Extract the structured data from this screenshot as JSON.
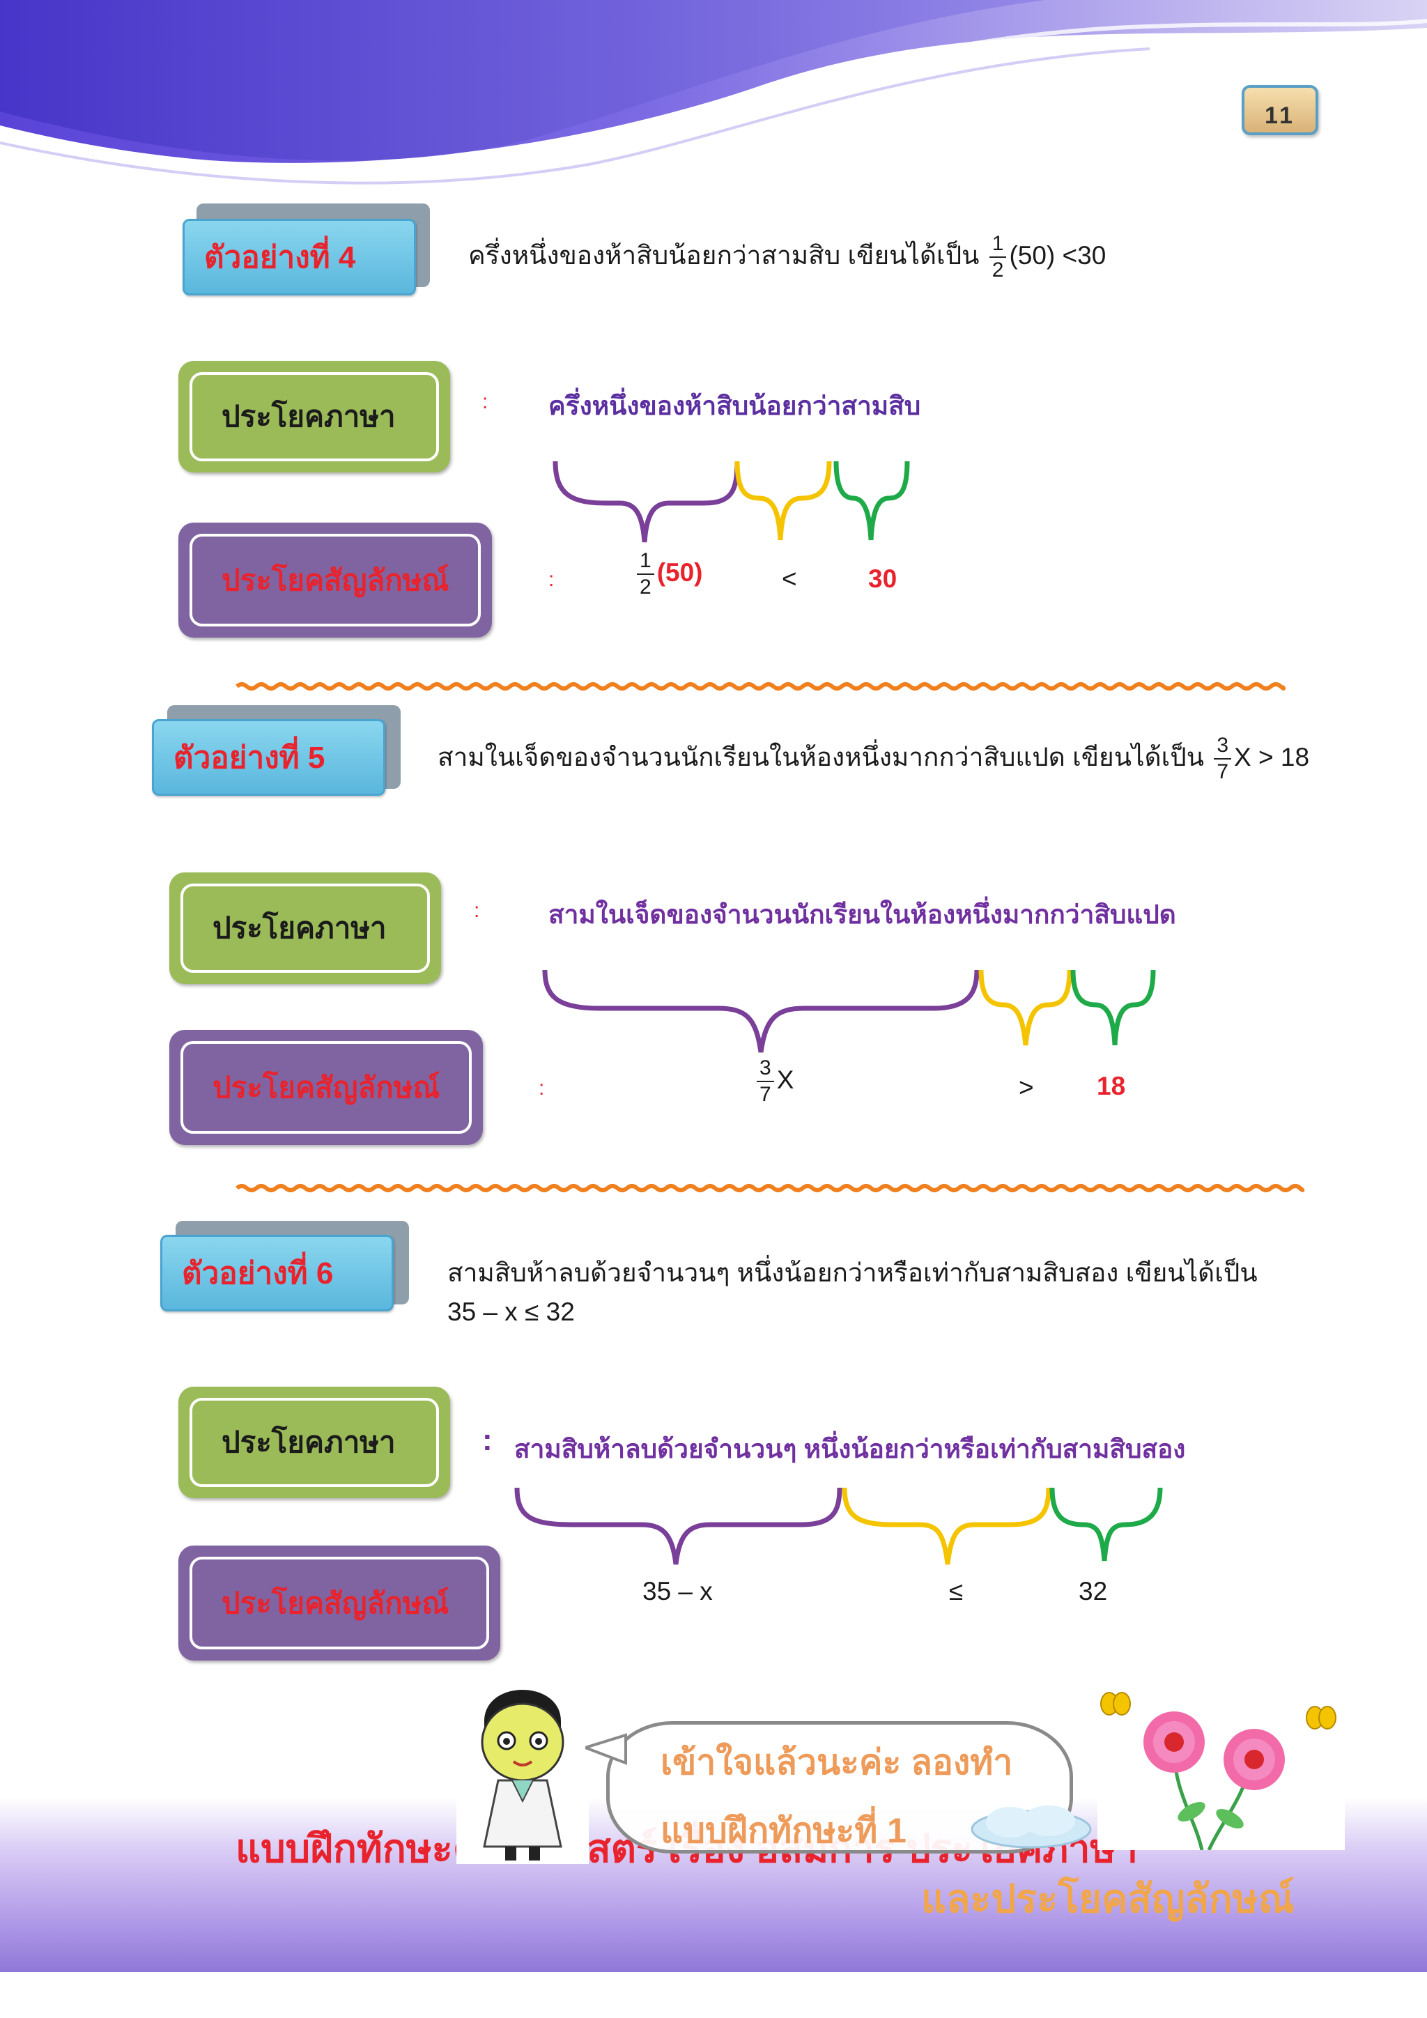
{
  "page_number": "11",
  "examples": [
    {
      "title": "ตัวอย่างที่ 4",
      "statement_prefix": "ครึ่งหนึ่งของห้าสิบน้อยกว่าสามสิบ เขียนได้เป็น",
      "statement_frac_num": "1",
      "statement_frac_den": "2",
      "statement_suffix": "(50) <30",
      "label_language": "ประโยคภาษา",
      "label_symbolic": "ประโยคสัญลักษณ์",
      "colon": ":",
      "language_sentence": "ครึ่งหนึ่งของห้าสิบน้อยกว่าสามสิบ",
      "symbol_frac_num": "1",
      "symbol_frac_den": "2",
      "symbol_part1": "(50)",
      "symbol_part2": "<",
      "symbol_part3": "30"
    },
    {
      "title": "ตัวอย่างที่ 5",
      "statement_prefix": "สามในเจ็ดของจำนวนนักเรียนในห้องหนึ่งมากกว่าสิบแปด เขียนได้เป็น",
      "statement_frac_num": "3",
      "statement_frac_den": "7",
      "statement_suffix": "X > 18",
      "label_language": "ประโยคภาษา",
      "label_symbolic": "ประโยคสัญลักษณ์",
      "colon": ":",
      "language_sentence": "สามในเจ็ดของจำนวนนักเรียนในห้องหนึ่งมากกว่าสิบแปด",
      "symbol_frac_num": "3",
      "symbol_frac_den": "7",
      "symbol_part1": "X",
      "symbol_part2": ">",
      "symbol_part3": "18"
    },
    {
      "title": "ตัวอย่างที่ 6",
      "statement_line1": "สามสิบห้าลบด้วยจำนวนๆ หนึ่งน้อยกว่าหรือเท่ากับสามสิบสอง เขียนได้เป็น",
      "statement_line2": "35 – x ≤ 32",
      "label_language": "ประโยคภาษา",
      "label_symbolic": "ประโยคสัญลักษณ์",
      "colon": ":",
      "language_sentence": "สามสิบห้าลบด้วยจำนวนๆ หนึ่งน้อยกว่าหรือเท่ากับสามสิบสอง",
      "symbol_part1": "35 – x",
      "symbol_part2": "≤",
      "symbol_part3": "32"
    }
  ],
  "speech_bubble": {
    "line1": "เข้าใจแล้วนะค่ะ ลองทำ",
    "line2": "แบบฝึกทักษะที่ 1"
  },
  "exercise_title": {
    "line1": "แบบฝึกทักษะคณิตศาสตร์ เรื่อง อสมการ ประโยคภาษา",
    "line2": "และประโยคสัญลักษณ์"
  },
  "colors": {
    "brace_purple": "#7a3f98",
    "brace_yellow": "#f5c400",
    "brace_green": "#1faa4a",
    "accent_red": "#e8232d",
    "example_blue": "#5ab7dd"
  }
}
